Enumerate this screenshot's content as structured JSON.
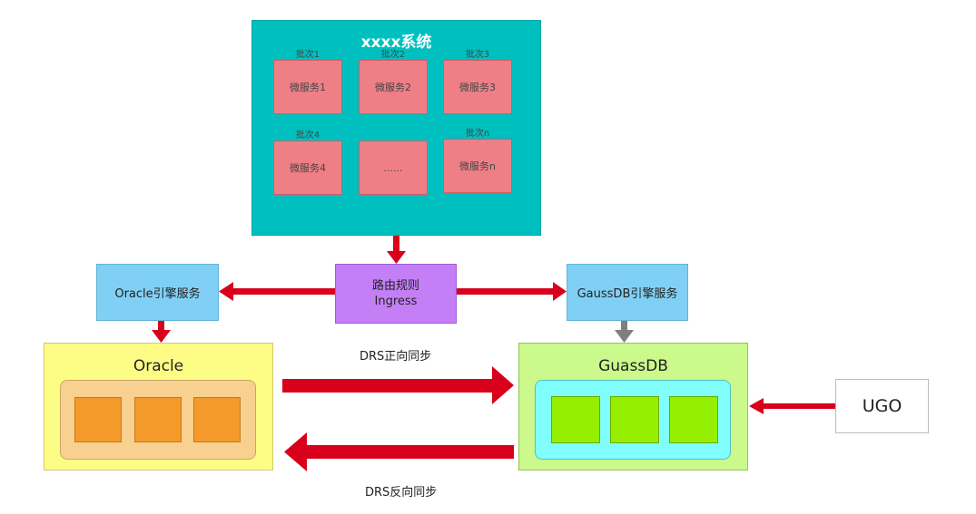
{
  "system": {
    "title": "xxxx系统",
    "batches": [
      "批次1",
      "批次2",
      "批次3",
      "批次4",
      "批次n"
    ],
    "services": [
      "微服务1",
      "微服务2",
      "微服务3",
      "微服务4",
      "......",
      "微服务n"
    ]
  },
  "routing": {
    "line1": "路由规则",
    "line2": "Ingress"
  },
  "oracle_engine": "Oracle引擎服务",
  "gauss_engine": "GaussDB引擎服务",
  "oracle_db": {
    "title": "Oracle"
  },
  "gauss_db": {
    "title": "GuassDB"
  },
  "ugo": "UGO",
  "labels": {
    "forward_sync": "DRS正向同步",
    "reverse_sync": "DRS反向同步"
  },
  "colors": {
    "arrow_red": "#d8001b",
    "arrow_gray": "#7f7f7f",
    "system_bg": "#00bfbf",
    "service_bg": "#ef7f86",
    "routing_bg": "#c47ff7",
    "engine_bg": "#80d0f5",
    "oracle_bg": "#fdfd85",
    "gauss_bg": "#cbf98c"
  }
}
